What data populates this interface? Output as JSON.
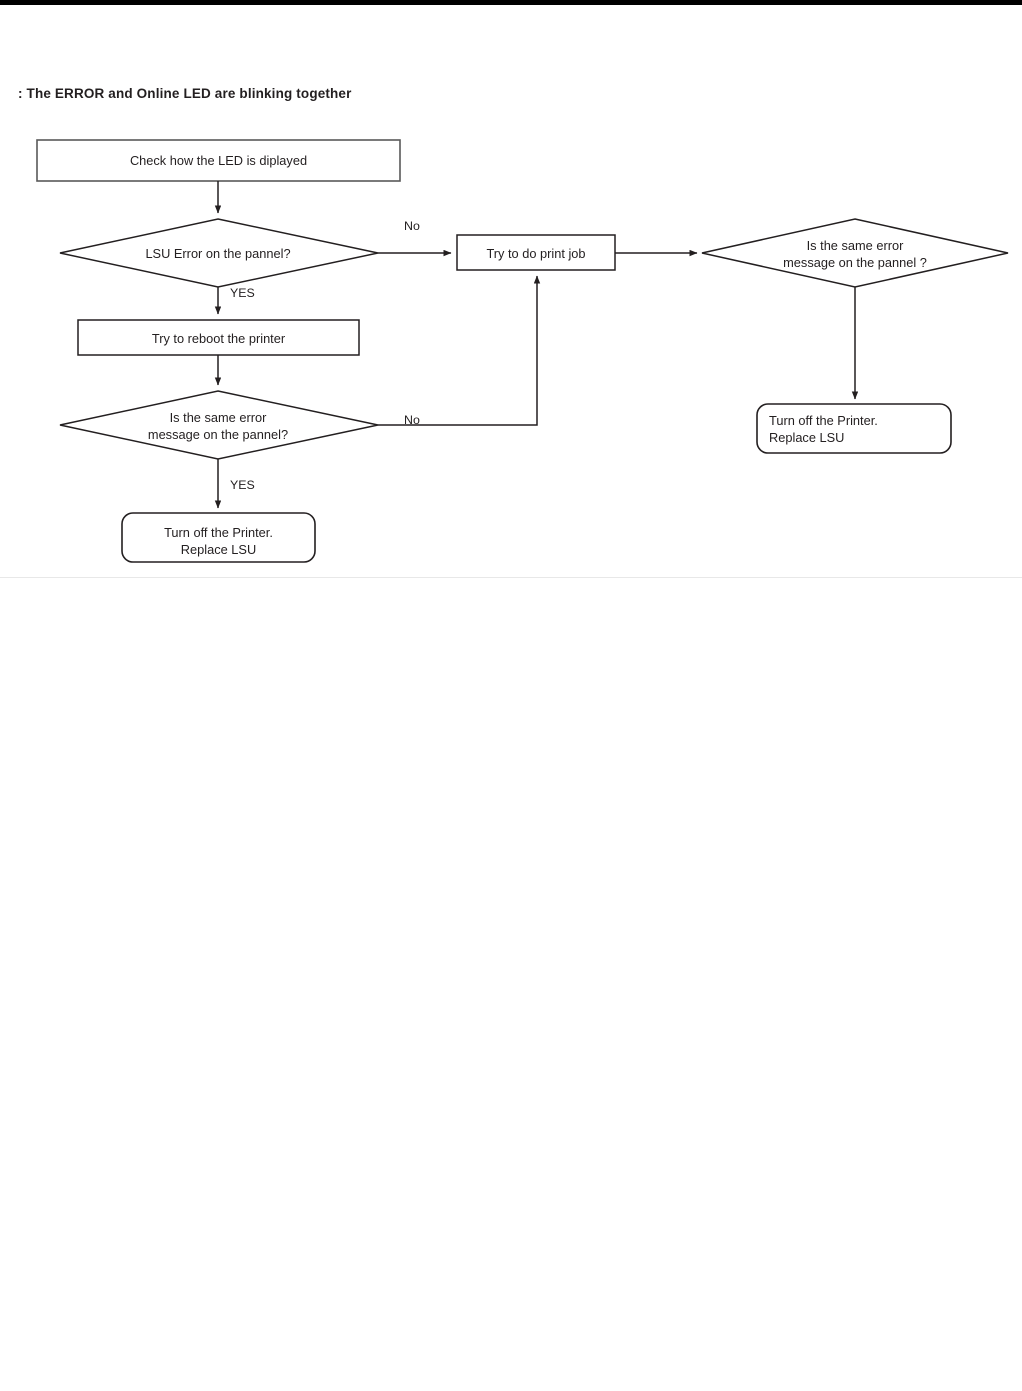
{
  "page": {
    "caption": ": The ERROR and Online LED are blinking together",
    "background": "#ffffff",
    "line_color": "#595959",
    "arrow_color": "#231f20",
    "text_color": "#231f20"
  },
  "flowchart": {
    "type": "flowchart",
    "title": ": The ERROR and Online LED are blinking together",
    "nodes": [
      {
        "id": "start",
        "shape": "rectangle",
        "label": "Check how the LED is diplayed",
        "align": "center"
      },
      {
        "id": "lsu-error-decision",
        "shape": "diamond",
        "label": "LSU Error on the pannel?",
        "align": "center"
      },
      {
        "id": "print-job",
        "shape": "rectangle",
        "label": "Try to do print job",
        "align": "center"
      },
      {
        "id": "same-error-right-decision",
        "shape": "diamond",
        "label": "Is the same error\nmessage on the pannel ?",
        "align": "center"
      },
      {
        "id": "reboot-printer",
        "shape": "rectangle",
        "label": "Try to reboot the printer",
        "align": "center"
      },
      {
        "id": "same-error-left-decision",
        "shape": "diamond",
        "label": "Is the same error\nmessage on the pannel?",
        "align": "center"
      },
      {
        "id": "replace-lsu-bottom",
        "shape": "rounded-rectangle",
        "label": "Turn off the Printer.\nReplace LSU",
        "align": "center"
      },
      {
        "id": "replace-lsu-right",
        "shape": "rounded-rectangle",
        "label": "Turn off the Printer.\nReplace LSU",
        "align": "left"
      }
    ],
    "edges": [
      {
        "id": "e1",
        "from": "start",
        "to": "lsu-error-decision",
        "label": ""
      },
      {
        "id": "e2",
        "from": "lsu-error-decision",
        "to": "print-job",
        "label": "No"
      },
      {
        "id": "e3",
        "from": "lsu-error-decision",
        "to": "reboot-printer",
        "label": "YES"
      },
      {
        "id": "e4",
        "from": "print-job",
        "to": "same-error-right-decision",
        "label": ""
      },
      {
        "id": "e5",
        "from": "same-error-right-decision",
        "to": "replace-lsu-right",
        "label": ""
      },
      {
        "id": "e6",
        "from": "reboot-printer",
        "to": "same-error-left-decision",
        "label": ""
      },
      {
        "id": "e7",
        "from": "same-error-left-decision",
        "to": "print-job",
        "label": "No"
      },
      {
        "id": "e8",
        "from": "same-error-left-decision",
        "to": "replace-lsu-bottom",
        "label": "YES"
      }
    ],
    "edge_labels": {
      "no_top": "No",
      "yes_top": "YES",
      "no_bottom": "No",
      "yes_bottom": "YES"
    }
  }
}
